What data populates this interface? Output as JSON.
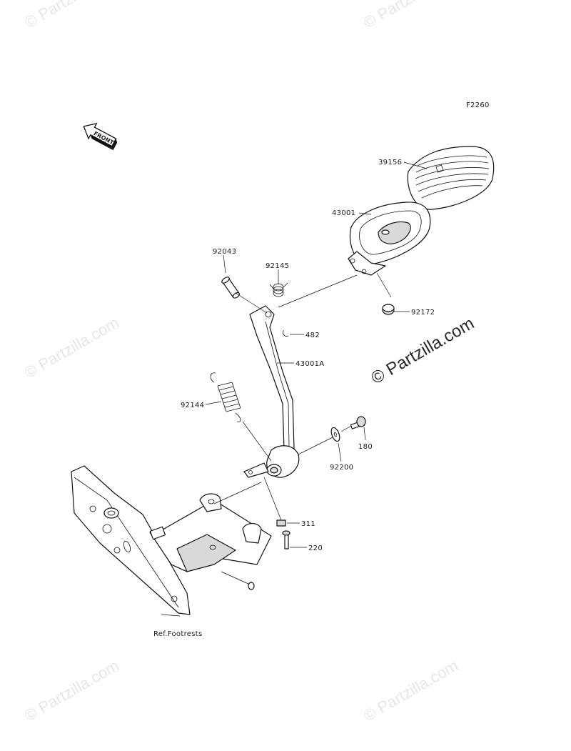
{
  "diagram": {
    "code": "F2260",
    "front_label": "FRONT",
    "reference_label": "Ref.Footrests",
    "parts": [
      {
        "id": "p39156",
        "number": "39156"
      },
      {
        "id": "p43001",
        "number": "43001"
      },
      {
        "id": "p92043",
        "number": "92043"
      },
      {
        "id": "p92145",
        "number": "92145"
      },
      {
        "id": "p92172",
        "number": "92172"
      },
      {
        "id": "p482",
        "number": "482"
      },
      {
        "id": "p43001A",
        "number": "43001A"
      },
      {
        "id": "p92144",
        "number": "92144"
      },
      {
        "id": "p180",
        "number": "180"
      },
      {
        "id": "p92200",
        "number": "92200"
      },
      {
        "id": "p311",
        "number": "311"
      },
      {
        "id": "p220",
        "number": "220"
      }
    ]
  },
  "watermark": {
    "small": "© Partzilla.com",
    "main": "© Partzilla.com"
  }
}
